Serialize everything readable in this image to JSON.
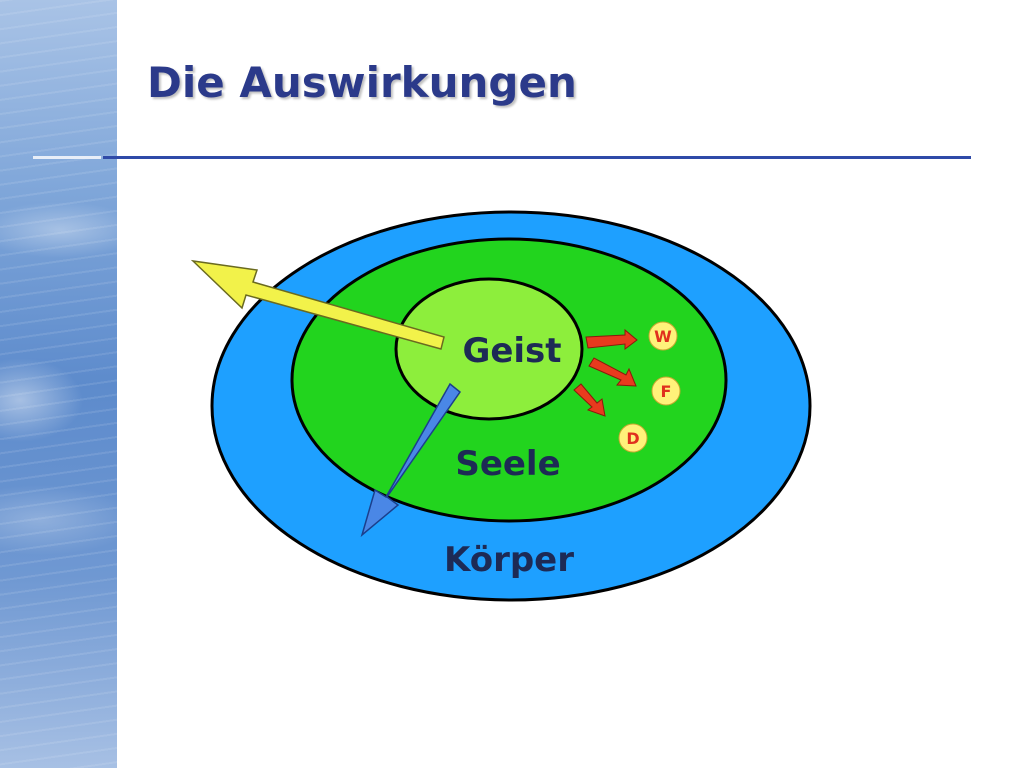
{
  "slide": {
    "title": "Die Auswirkungen"
  },
  "diagram": {
    "layers": {
      "outer": "Körper",
      "middle": "Seele",
      "inner": "Geist"
    },
    "markers": [
      "W",
      "F",
      "D"
    ],
    "colors": {
      "outer_fill": "#1ea0ff",
      "middle_fill": "#22d41e",
      "inner_fill": "#8dee3c",
      "outline": "#000000",
      "yellow_arrow": "#f2f24a",
      "blue_arrow": "#4a87e6",
      "red_arrow": "#e83a1e",
      "marker_fill": "#fff27a",
      "title": "#2b3a8a"
    }
  }
}
